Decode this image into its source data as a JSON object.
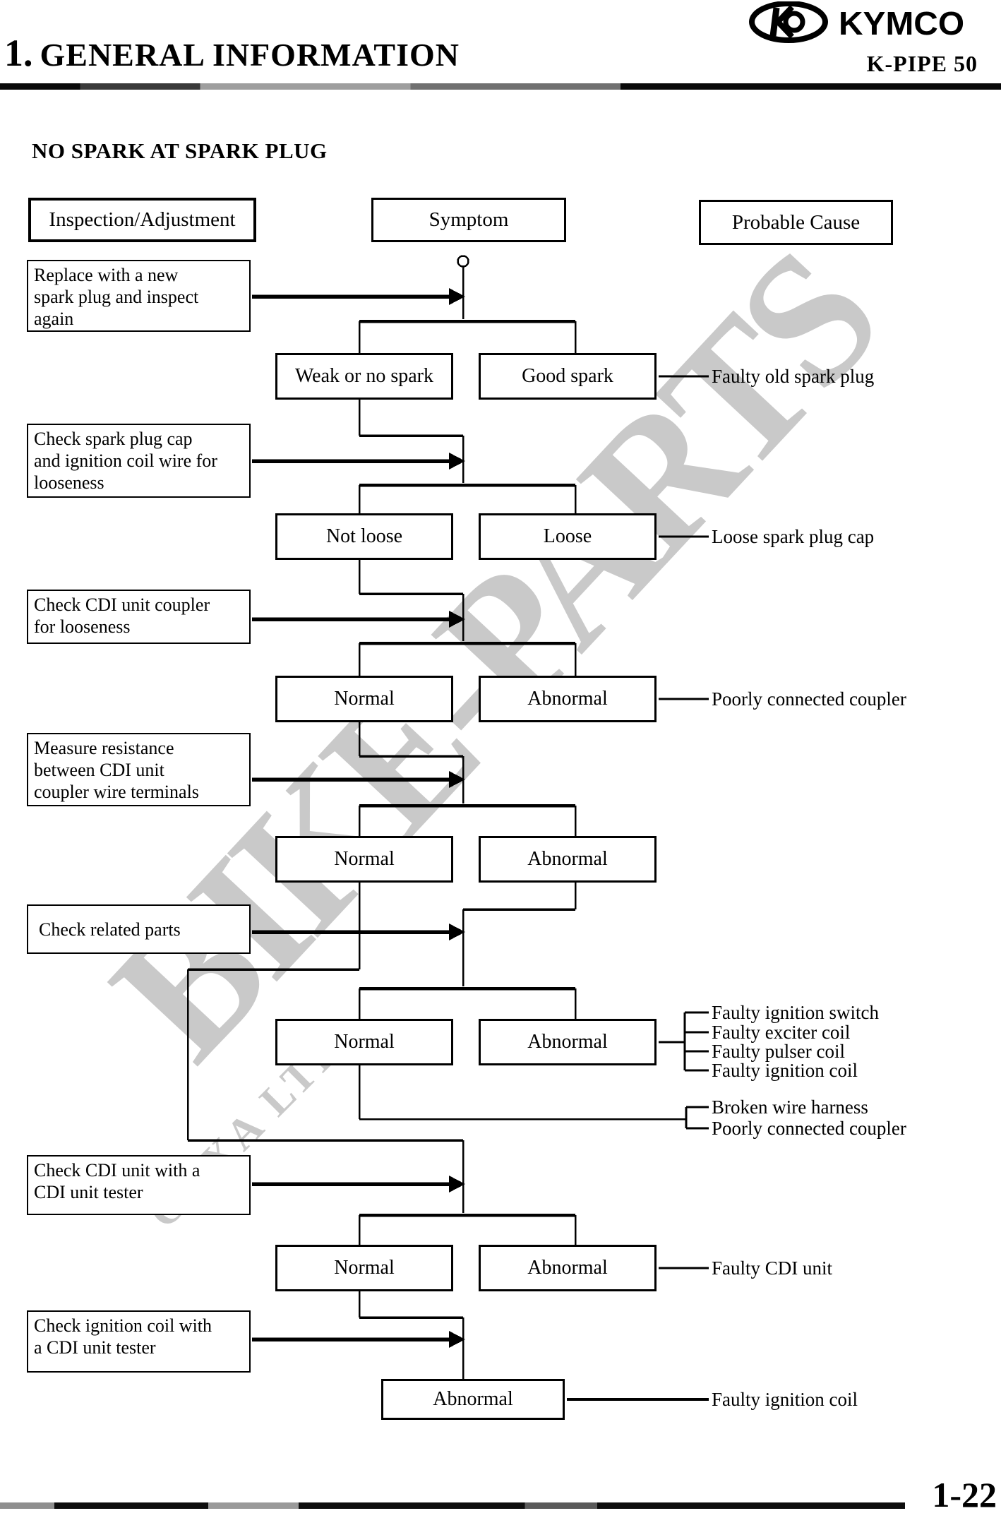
{
  "header": {
    "chapter_number": "1.",
    "chapter_title": "GENERAL INFORMATION",
    "brand": "KYMCO",
    "model": "K-PIPE 50"
  },
  "page": {
    "title": "NO SPARK AT SPARK PLUG",
    "page_number": "1-22"
  },
  "watermark": {
    "main": "BIKE-PARTS",
    "sub": "COXA LTD"
  },
  "columns": {
    "inspection": "Inspection/Adjustment",
    "symptom": "Symptom",
    "cause": "Probable Cause"
  },
  "flow": {
    "inspections": [
      {
        "lines": [
          "Replace with a new",
          "spark plug and inspect",
          "again"
        ]
      },
      {
        "lines": [
          "Check spark plug cap",
          "and ignition coil wire for",
          "looseness"
        ]
      },
      {
        "lines": [
          "Check CDI unit coupler",
          "for looseness"
        ]
      },
      {
        "lines": [
          "Measure resistance",
          "between CDI unit",
          "coupler wire terminals"
        ]
      },
      {
        "lines": [
          "Check related parts"
        ]
      },
      {
        "lines": [
          "Check CDI unit with a",
          "CDI unit tester"
        ]
      },
      {
        "lines": [
          "Check ignition coil with",
          "a CDI unit tester"
        ]
      }
    ],
    "stages": [
      {
        "left": "Weak or no spark",
        "right": "Good spark",
        "cause": "Faulty old spark plug"
      },
      {
        "left": "Not loose",
        "right": "Loose",
        "cause": "Loose spark plug cap"
      },
      {
        "left": "Normal",
        "right": "Abnormal",
        "cause": "Poorly connected coupler"
      },
      {
        "left": "Normal",
        "right": "Abnormal"
      },
      {
        "left": "Normal",
        "right": "Abnormal",
        "abnormal_causes": [
          "Faulty ignition switch",
          "Faulty exciter coil",
          "Faulty pulser coil",
          "Faulty ignition coil"
        ],
        "normal_causes": [
          "Broken wire harness",
          "Poorly connected coupler"
        ]
      },
      {
        "left": "Normal",
        "right": "Abnormal",
        "cause": "Faulty CDI unit"
      },
      {
        "final": "Abnormal",
        "cause": "Faulty ignition coil"
      }
    ]
  }
}
